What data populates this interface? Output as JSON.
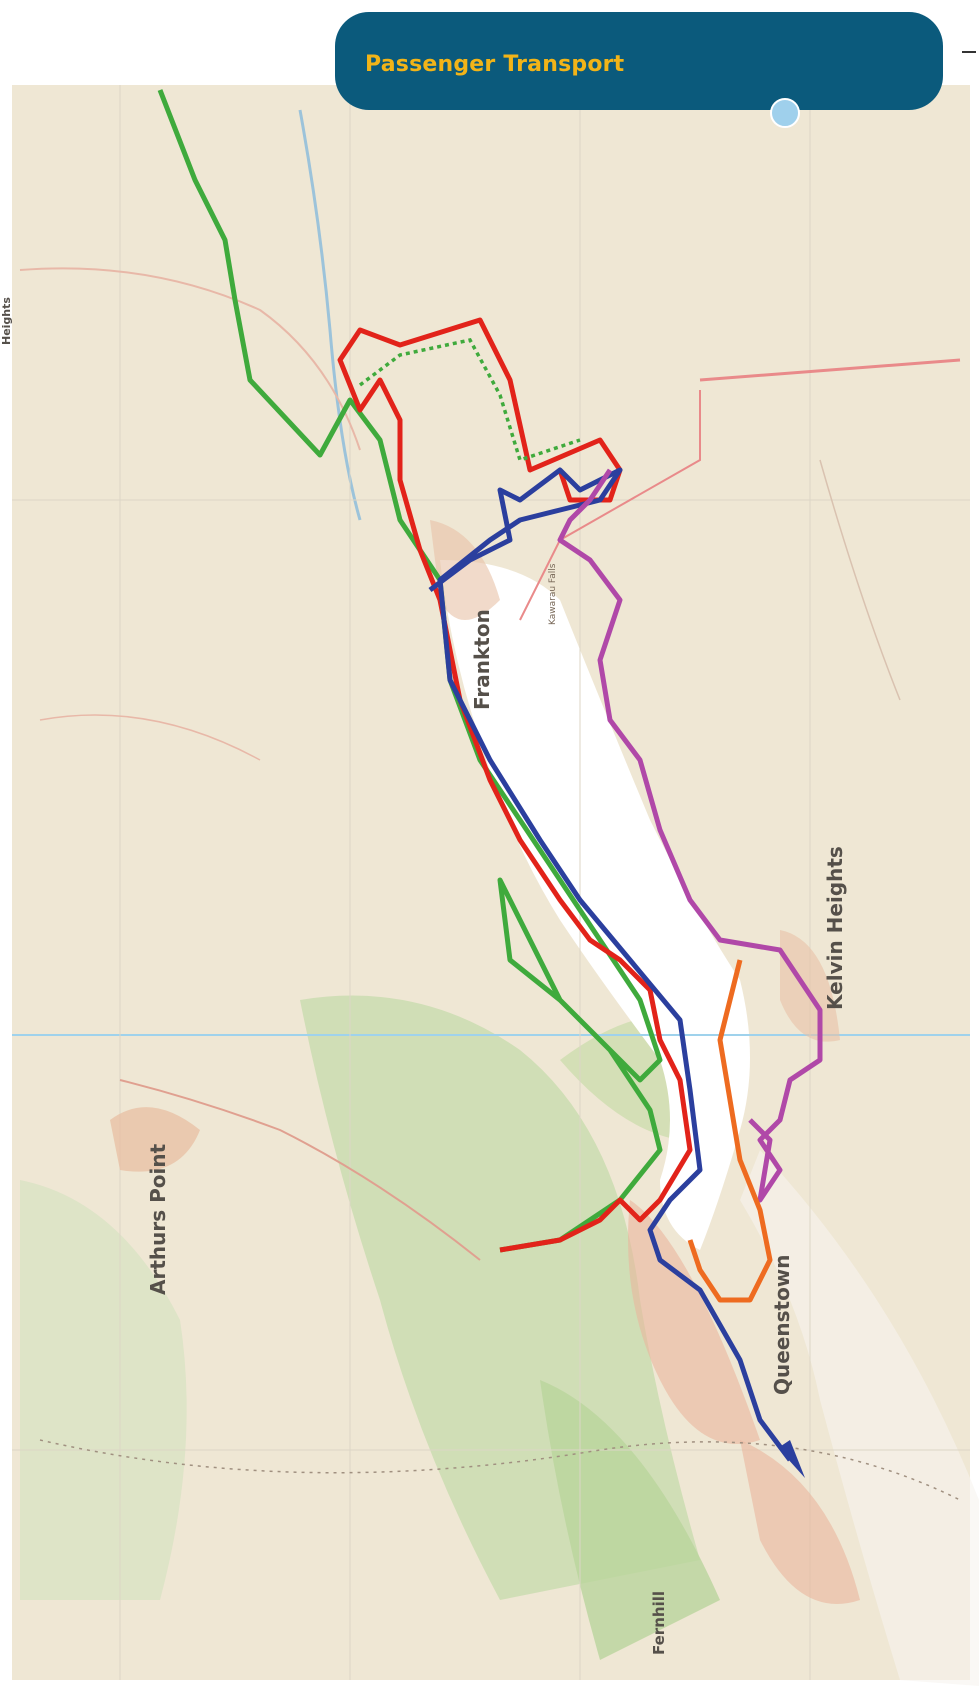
{
  "header": {
    "title": "Passenger Transport"
  },
  "places": {
    "queenstown": "Queenstown",
    "frankton": "Frankton",
    "kelvin_heights": "Kelvin Heights",
    "arthurs_point": "Arthurs Point",
    "fernhill": "Fernhill",
    "heights": "Heights",
    "kawarau_falls": "Kawarau Falls"
  },
  "colors": {
    "header_bg": "#0b5a7c",
    "header_text": "#f2b418",
    "route_green": "#3faa3c",
    "route_red": "#e2231a",
    "route_blue": "#2b3f9e",
    "route_purple": "#b048a8",
    "route_orange": "#ee6b20",
    "lake": "#ffffff",
    "terrain": "#efe7d4"
  },
  "icons": {
    "dot": "circle-marker-icon",
    "arrow": "arrow-head-icon"
  }
}
